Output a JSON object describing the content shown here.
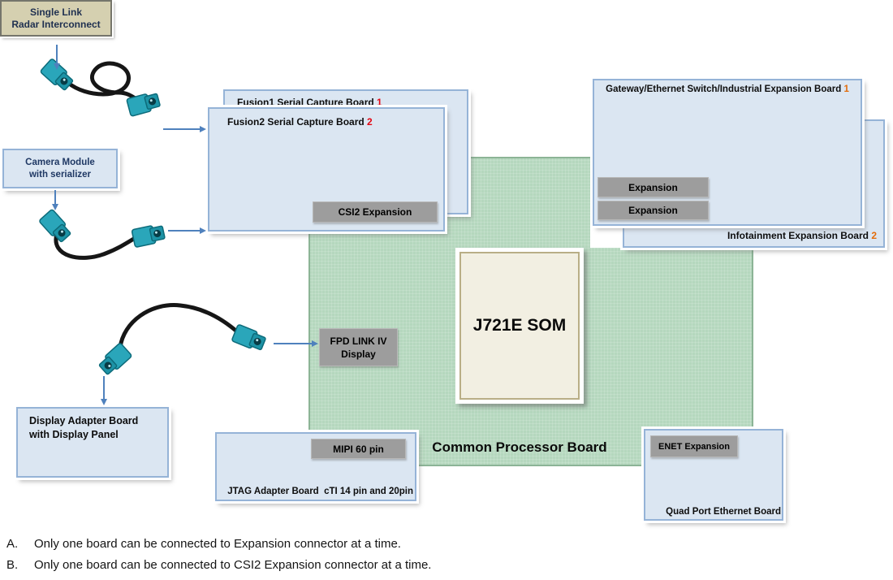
{
  "diagram": {
    "radar_box": {
      "line1": "Single Link",
      "line2": "Radar Interconnect"
    },
    "camera_box": {
      "line1": "Camera Module",
      "line2": "with serializer"
    },
    "fusion1": {
      "title": "Fusion1 Serial Capture Board",
      "number": "1"
    },
    "fusion2": {
      "title": "Fusion2 Serial Capture Board",
      "number": "2"
    },
    "csi2_chip": "CSI2 Expansion",
    "gateway": {
      "title": "Gateway/Ethernet Switch/Industrial Expansion Board",
      "number": "1",
      "chips": [
        "Expansion",
        "Expansion"
      ]
    },
    "infotainment": {
      "title": "Infotainment Expansion Board",
      "number": "2"
    },
    "common_board": "Common Processor Board",
    "som": "J721E SOM",
    "fpd_chip": {
      "line1": "FPD LINK IV",
      "line2": "Display"
    },
    "display_adapter": {
      "line1": "Display Adapter Board",
      "line2": "with Display Panel"
    },
    "jtag": {
      "title": "JTAG Adapter Board  cTI 14 pin and 20pin"
    },
    "mipi_chip": "MIPI 60 pin",
    "enet_chip": "ENET Expansion",
    "quad_port": {
      "title": "Quad Port Ethernet Board"
    },
    "notes": [
      {
        "label": "A.",
        "text": "Only one board can be connected to Expansion connector at a time."
      },
      {
        "label": "B.",
        "text": "Only one board can be connected to CSI2 Expansion connector at a time."
      }
    ],
    "colors": {
      "arrow_accent": "#4f81bd",
      "board_fill": "#dbe6f2",
      "board_border": "#95b3d7",
      "green_fill": "#b5d7be",
      "chip_gray": "#9d9d9d",
      "som_fill": "#f2efe2",
      "radar_fill": "#d5d0b0",
      "number_red": "#e30613",
      "number_orange": "#e36c0a",
      "connector_teal": "#2aa6ba",
      "cable_black": "#161616"
    }
  }
}
